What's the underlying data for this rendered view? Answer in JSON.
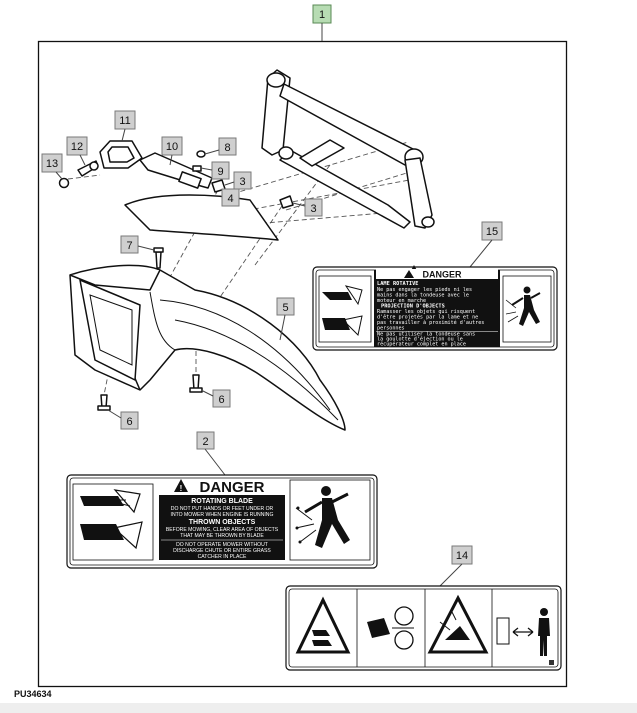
{
  "figure_id": "PU34634",
  "callouts": {
    "c1": "1",
    "c2": "2",
    "c3a": "3",
    "c3b": "3",
    "c4": "4",
    "c5": "5",
    "c6a": "6",
    "c6b": "6",
    "c7": "7",
    "c8": "8",
    "c9": "9",
    "c10": "10",
    "c11": "11",
    "c12": "12",
    "c13": "13",
    "c14": "14",
    "c15": "15"
  },
  "label_en": {
    "heading": "DANGER",
    "section1": "ROTATING BLADE",
    "text1a": "DO NOT PUT HANDS OR FEET UNDER OR",
    "text1b": "INTO MOWER WHEN ENGINE IS RUNNING",
    "section2": "THROWN OBJECTS",
    "text2a": "BEFORE MOWING, CLEAR AREA OF OBJECTS",
    "text2b": "THAT MAY BE THROWN BY BLADE",
    "text3a": "DO NOT OPERATE MOWER WITHOUT",
    "text3b": "DISCHARGE CHUTE OR ENTIRE GRASS",
    "text3c": "CATCHER IN PLACE"
  },
  "label_fr": {
    "heading": "DANGER",
    "section1": "LAME ROTATIVE",
    "text1a": "Ne pas engager les pieds ni les",
    "text1b": "mains dans la tondeuse avec le",
    "text1c": "moteur en marche",
    "section2": "PROJECTION D'OBJECTS",
    "text2a": "Ramasser les objets qui risquent",
    "text2b": "d'être projetés par la lame et ne",
    "text2c": "pas travailler à proximité d'autres",
    "text2d": "personnes",
    "text3a": "Ne pas utiliser la tondeuse sans",
    "text3b": "la goulotte d'éjection ou le",
    "text3c": "récupérateur complet en place"
  },
  "icons": [
    "warning-triangle-icon",
    "hand-blade-icon",
    "foot-blade-icon",
    "thrown-objects-person-icon",
    "rotating-blade-icon",
    "keep-distance-person-icon",
    "data-matrix-icon"
  ]
}
